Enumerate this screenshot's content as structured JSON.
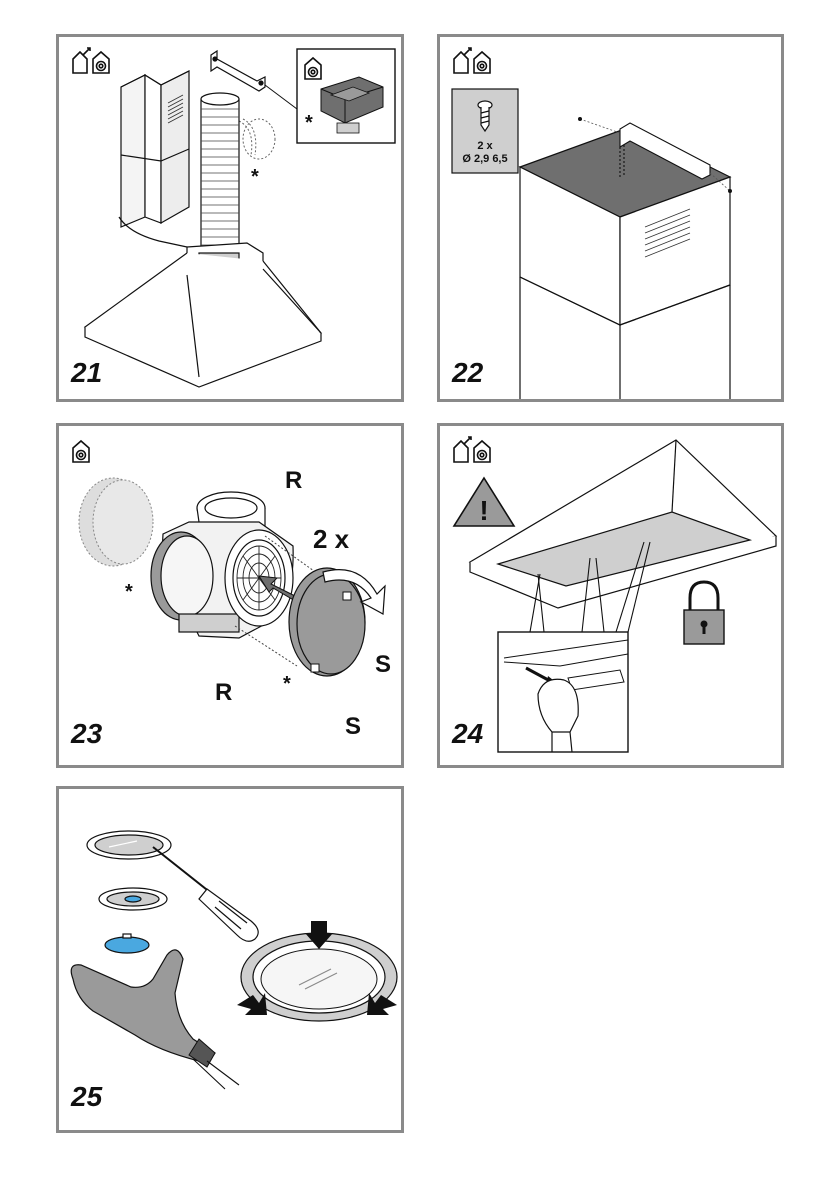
{
  "figures": [
    {
      "number": "21",
      "markers": [
        "*",
        "*"
      ]
    },
    {
      "number": "22",
      "screw_qty": "2 x",
      "screw_size": "Ø 2,9 6,5"
    },
    {
      "number": "23",
      "label_r_top": "R",
      "label_r_bottom": "R",
      "label_s_top": "S",
      "label_s_bottom": "S",
      "quantity": "2 x",
      "markers": [
        "*",
        "*"
      ]
    },
    {
      "number": "24",
      "warning_symbol": "!"
    },
    {
      "number": "25"
    }
  ],
  "colors": {
    "frame": "#8a8a8a",
    "filter_gray": "#9a9a9a",
    "dark_gray": "#6f6f6f",
    "light_gray": "#cfcfcf",
    "blue": "#4aa8e0"
  }
}
